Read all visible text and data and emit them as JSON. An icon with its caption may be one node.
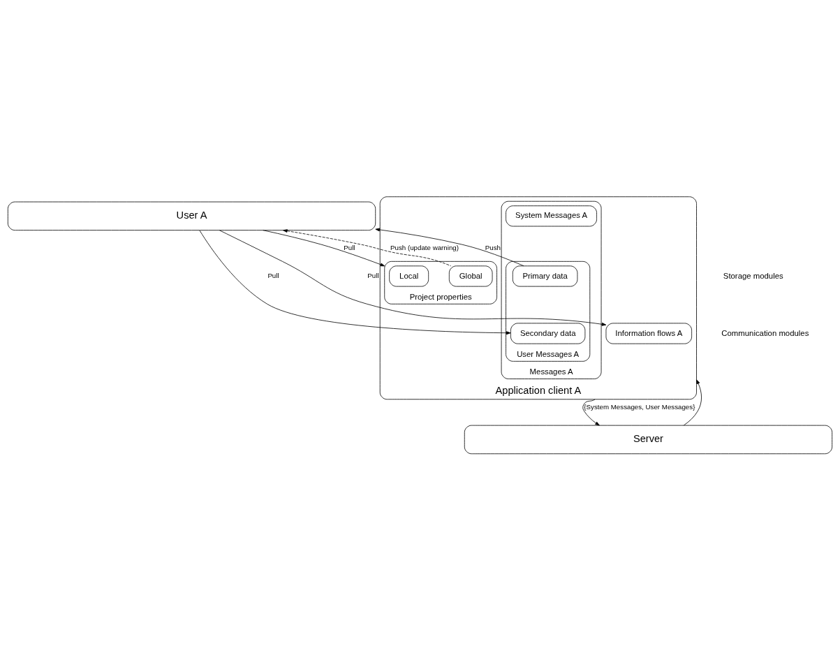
{
  "diagram": {
    "nodes": [
      {
        "text": [
          "User A"
        ]
      },
      {
        "text": [
          "Application client A"
        ]
      },
      {
        "text": [
          "Information flows A"
        ],
        "in": 1
      },
      {
        "text": [
          "Project properties"
        ],
        "in": 1
      },
      {
        "text": [
          "Local"
        ],
        "in": 3
      },
      {
        "text": [
          "Global"
        ],
        "in": 3
      },
      {
        "text": [
          "Messages A"
        ],
        "in": 1
      },
      {
        "text": [
          "User Messages A"
        ],
        "in": 6
      },
      {
        "text": [
          "Primary data"
        ],
        "in": 7
      },
      {
        "text": [
          "Secondary data"
        ],
        "in": 7
      },
      {
        "text": [
          "System Messages A"
        ],
        "in": 6
      },
      {
        "text": [
          "Server"
        ]
      }
    ],
    "edges": [
      {
        "from": 8,
        "to": 0,
        "arrow": "to",
        "label": "Push"
      },
      {
        "from": 0,
        "to": 9,
        "arrow": "to",
        "label": "Pull"
      },
      {
        "from": 0,
        "to": 2,
        "arrow": "to",
        "label": "Pull"
      },
      {
        "from": 0,
        "to": 3,
        "arrow": "to",
        "label": "Pull"
      },
      {
        "from": 5,
        "to": 0,
        "arrow": "to",
        "label": "Push (update warning)",
        "style": "dashed"
      },
      {
        "from": 1,
        "to": 11,
        "arrow": "to",
        "label": "{System Messages, User Messages}"
      },
      {
        "from": 11,
        "to": 1,
        "arrow": "to"
      }
    ],
    "labels": [
      "Storage modules",
      "Communication modules"
    ]
  }
}
